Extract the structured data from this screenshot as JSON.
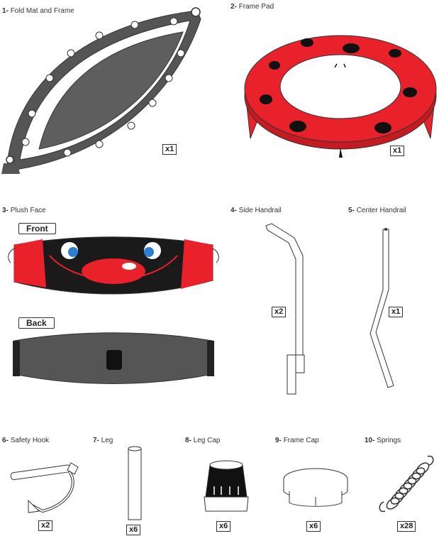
{
  "parts": [
    {
      "num": "1-",
      "name": "Fold Mat and Frame",
      "qty": "x1"
    },
    {
      "num": "2-",
      "name": "Frame Pad",
      "qty": "x1"
    },
    {
      "num": "3-",
      "name": "Plush Face",
      "front": "Front",
      "back": "Back"
    },
    {
      "num": "4-",
      "name": "Side Handrail",
      "qty": "x2"
    },
    {
      "num": "5-",
      "name": "Center Handrail",
      "qty": "x1"
    },
    {
      "num": "6-",
      "name": "Safety Hook",
      "qty": "x2"
    },
    {
      "num": "7-",
      "name": "Leg",
      "qty": "x6"
    },
    {
      "num": "8-",
      "name": "Leg Cap",
      "qty": "x6"
    },
    {
      "num": "9-",
      "name": "Frame Cap",
      "qty": "x6"
    },
    {
      "num": "10-",
      "name": "Springs",
      "qty": "x28"
    }
  ],
  "colors": {
    "frame": "#555555",
    "mat": "#5e5e5e",
    "pad_red": "#e8212b",
    "dot": "#111111",
    "face_black": "#1a1a1a",
    "eye_blue": "#2b7fd3"
  }
}
